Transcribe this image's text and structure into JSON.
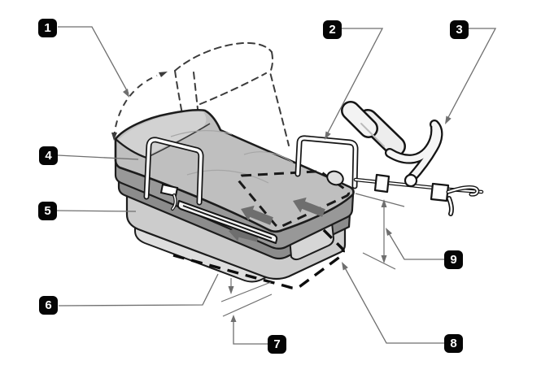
{
  "figure": {
    "kind": "technical-illustration",
    "background": "#ffffff"
  },
  "callouts": [
    {
      "label": "1",
      "target": "backrest-raise-motion-arc"
    },
    {
      "label": "2",
      "target": "foot-side-rail"
    },
    {
      "label": "3",
      "target": "leg-support-elbow"
    },
    {
      "label": "4",
      "target": "head-mattress-section"
    },
    {
      "label": "5",
      "target": "base-platform"
    },
    {
      "label": "6",
      "target": "base-footprint-outline-left"
    },
    {
      "label": "7",
      "target": "ground-clearance-dimension"
    },
    {
      "label": "8",
      "target": "base-footprint-outline-right"
    },
    {
      "label": "9",
      "target": "working-height-dimension"
    }
  ],
  "colors": {
    "outline": "#1c1c1c",
    "leader_line": "#6f6f6f",
    "dashed_motion": "#3c3c3c",
    "dashed_footprint": "#0d0d0d",
    "mattress_top": "#bfbfbf",
    "mattress_wedge": "#d2d2d2",
    "mattress_front": "#989898",
    "frame": "#8c8c8c",
    "base": "#cccccc",
    "bumper": "#dedede",
    "pad": "#ededed",
    "transfer_arrow": "#6e6e6e",
    "callout_bg": "#050505",
    "callout_text": "#ffffff"
  }
}
